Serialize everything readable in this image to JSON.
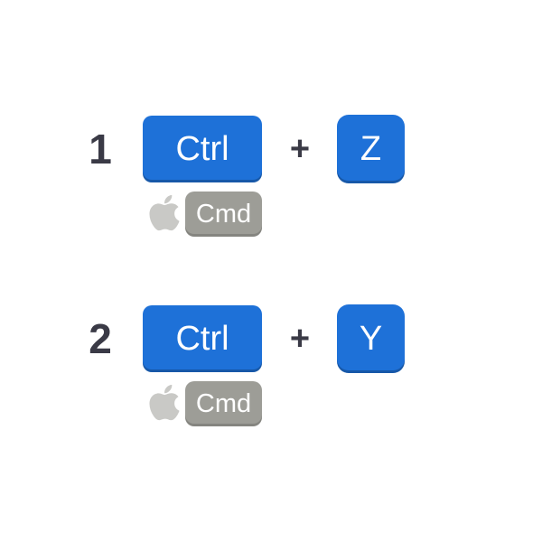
{
  "diagram": {
    "type": "keyboard-shortcut-infographic",
    "background_color": "#FFFFFF",
    "colors": {
      "key_blue": "#1E71D8",
      "key_gray": "#9D9D97",
      "apple_gray": "#C9C9C6",
      "text_dark": "#3A3A46",
      "key_text": "#FFFFFF"
    },
    "rows": [
      {
        "index": "1",
        "modifier_key": "Ctrl",
        "plus": "+",
        "action_key": "Z",
        "mac_icon": "apple-logo-icon",
        "mac_modifier_key": "Cmd"
      },
      {
        "index": "2",
        "modifier_key": "Ctrl",
        "plus": "+",
        "action_key": "Y",
        "mac_icon": "apple-logo-icon",
        "mac_modifier_key": "Cmd"
      }
    ]
  }
}
